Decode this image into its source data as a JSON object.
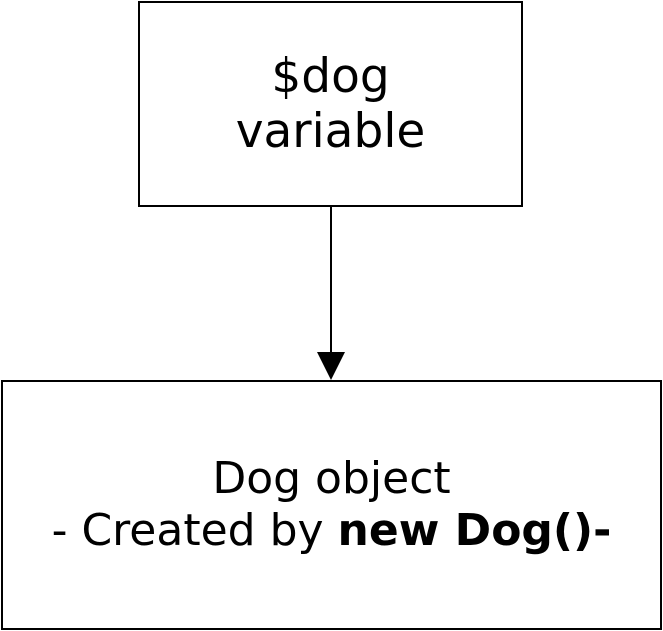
{
  "top_box": {
    "line1": "$dog",
    "line2": "variable"
  },
  "bottom_box": {
    "line1": "Dog object",
    "line2_prefix": "- Created by ",
    "line2_bold": "new Dog()",
    "line2_suffix": "-"
  },
  "colors": {
    "stroke": "#000000",
    "background": "#ffffff"
  }
}
